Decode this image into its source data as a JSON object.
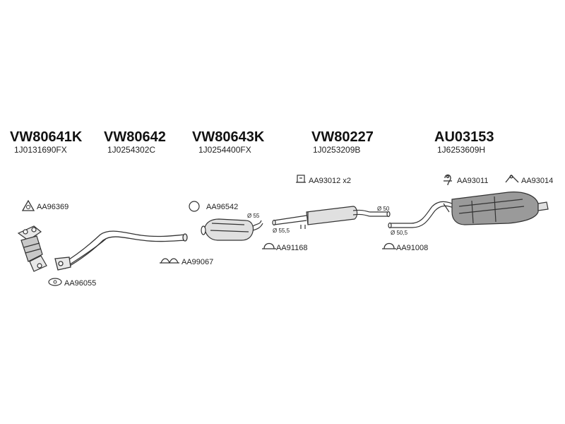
{
  "assemblies": [
    {
      "code": "VW80641K",
      "oem": "1J0131690FX"
    },
    {
      "code": "VW80642",
      "oem": "1J0254302C"
    },
    {
      "code": "VW80643K",
      "oem": "1J0254400FX"
    },
    {
      "code": "VW80227",
      "oem": "1J0253209B"
    },
    {
      "code": "AU03153",
      "oem": "1J6253609H"
    }
  ],
  "parts": {
    "aa96369": "AA96369",
    "aa96055": "AA96055",
    "aa99067": "AA99067",
    "aa96542": "AA96542",
    "aa93012": "AA93012 x2",
    "aa91168": "AA91168",
    "aa91008": "AA91008",
    "aa93011": "AA93011",
    "aa93014": "AA93014"
  },
  "dimensions": {
    "d55": "Ø 55",
    "d55_5": "Ø 55,5",
    "d50": "Ø 50",
    "d50_5": "Ø 50,5"
  },
  "colors": {
    "line": "#333333",
    "part_fill": "#e8e8e8",
    "shade": "#9a9a9a"
  }
}
